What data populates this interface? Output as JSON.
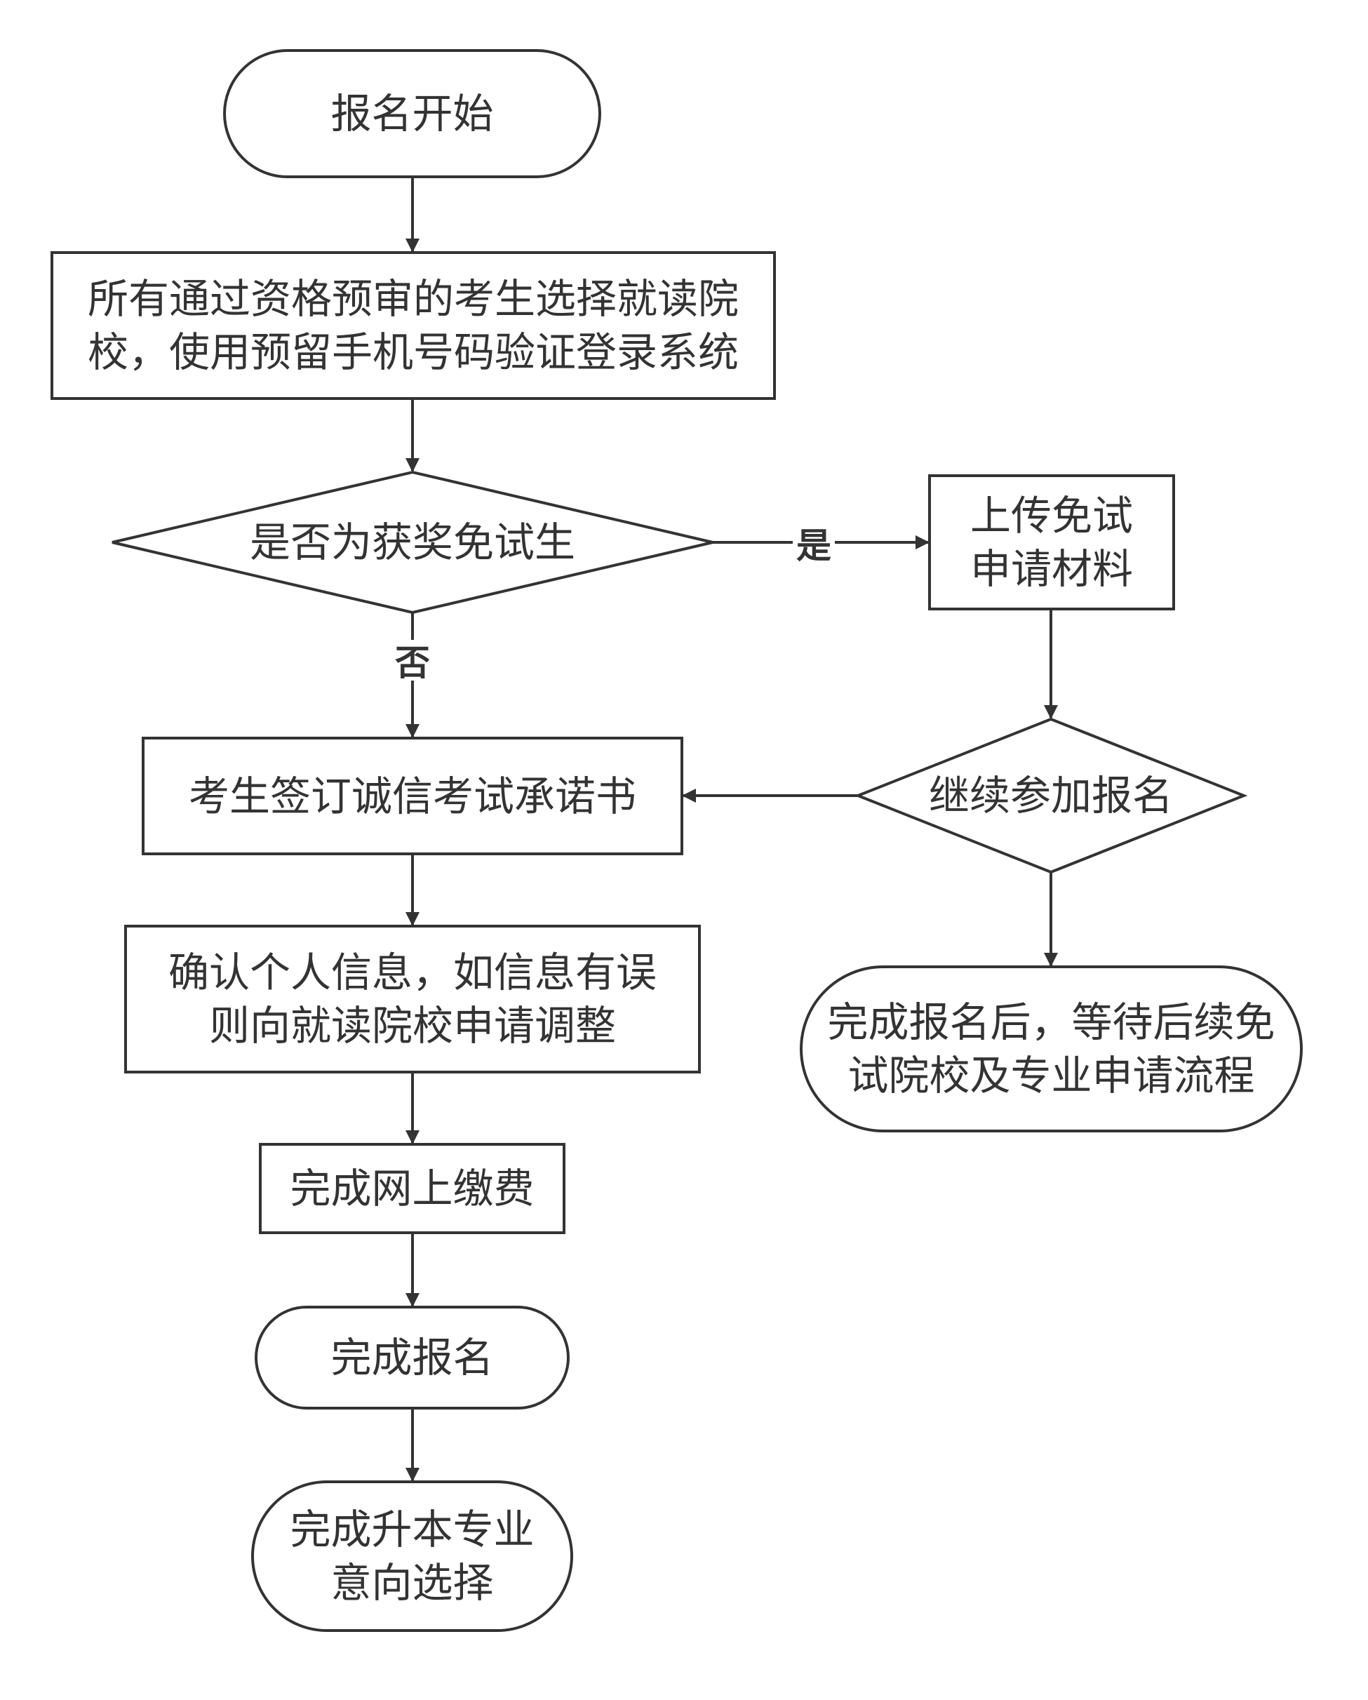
{
  "nodes": {
    "start": {
      "shape": "terminal",
      "lines": [
        "报名开始"
      ]
    },
    "login": {
      "shape": "process",
      "lines": [
        "所有通过资格预审的考生选择就读院",
        "校，使用预留手机号码验证登录系统"
      ]
    },
    "award_check": {
      "shape": "decision",
      "lines": [
        "是否为获奖免试生"
      ]
    },
    "upload": {
      "shape": "process",
      "lines": [
        "上传免试",
        "申请材料"
      ]
    },
    "sign": {
      "shape": "process",
      "lines": [
        "考生签订诚信考试承诺书"
      ]
    },
    "continue_check": {
      "shape": "decision",
      "lines": [
        "继续参加报名"
      ]
    },
    "confirm": {
      "shape": "process",
      "lines": [
        "确认个人信息，如信息有误",
        "则向就读院校申请调整"
      ]
    },
    "wait": {
      "shape": "terminal",
      "lines": [
        "完成报名后，等待后续免",
        "试院校及专业申请流程"
      ]
    },
    "pay": {
      "shape": "process",
      "lines": [
        "完成网上缴费"
      ]
    },
    "done": {
      "shape": "terminal",
      "lines": [
        "完成报名"
      ]
    },
    "major": {
      "shape": "terminal",
      "lines": [
        "完成升本专业",
        "意向选择"
      ]
    }
  },
  "edges": [
    {
      "from": "start",
      "to": "login",
      "label": ""
    },
    {
      "from": "login",
      "to": "award_check",
      "label": ""
    },
    {
      "from": "award_check",
      "to": "upload",
      "label": "是"
    },
    {
      "from": "award_check",
      "to": "sign",
      "label": "否"
    },
    {
      "from": "upload",
      "to": "continue_check",
      "label": ""
    },
    {
      "from": "continue_check",
      "to": "sign",
      "label": ""
    },
    {
      "from": "continue_check",
      "to": "wait",
      "label": ""
    },
    {
      "from": "sign",
      "to": "confirm",
      "label": ""
    },
    {
      "from": "confirm",
      "to": "pay",
      "label": ""
    },
    {
      "from": "pay",
      "to": "done",
      "label": ""
    },
    {
      "from": "done",
      "to": "major",
      "label": ""
    }
  ],
  "colors": {
    "stroke": "#333333",
    "text": "#333333",
    "background": "#ffffff"
  }
}
